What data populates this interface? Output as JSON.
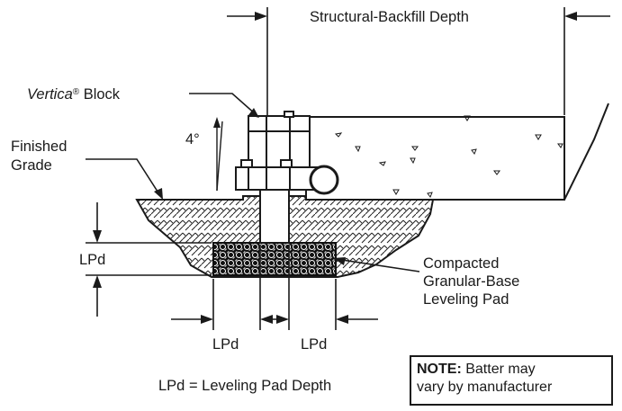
{
  "labels": {
    "structural_backfill_depth": "Structural-Backfill Depth",
    "block_name": "Vertica",
    "block_reg": "®",
    "block_suffix": " Block",
    "batter_angle": "4°",
    "finished_line1": "Finished",
    "finished_line2": "Grade",
    "lpd_side": "LPd",
    "compacted_line1": "Compacted",
    "compacted_line2": "Granular-Base",
    "compacted_line3": "Leveling Pad",
    "lpd_left": "LPd",
    "lpd_right": "LPd",
    "lpd_definition": "LPd = Leveling Pad Depth"
  },
  "note": {
    "heading": "NOTE:",
    "line1_rest": " Batter may",
    "line2": "vary by manufacturer"
  }
}
